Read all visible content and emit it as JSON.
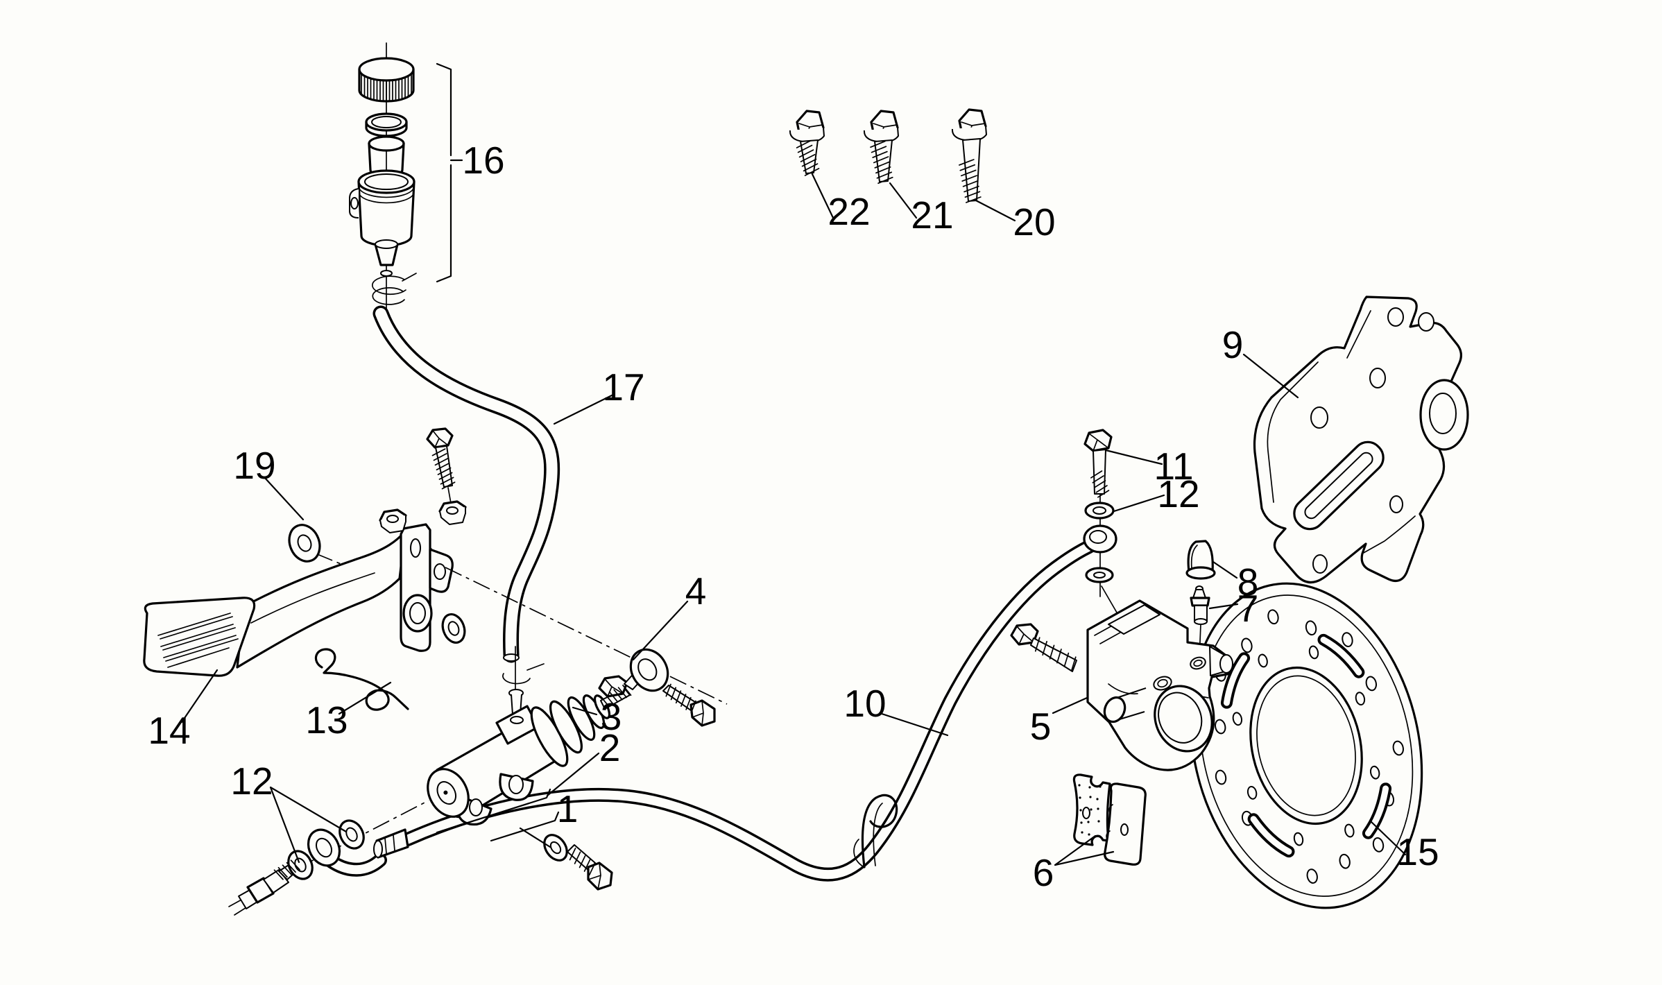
{
  "figure": {
    "kind": "exploded-parts-diagram",
    "subject": "rear brake system: master cylinder, pedal, hoses, caliper and disc",
    "background_color": "#fdfdfa",
    "ink_color": "#000000"
  },
  "callouts": [
    {
      "number": "1",
      "name": "master-cylinder-assembly"
    },
    {
      "number": "2",
      "name": "master-cylinder"
    },
    {
      "number": "3",
      "name": "pushrod"
    },
    {
      "number": "4",
      "name": "rod-end-clevis"
    },
    {
      "number": "5",
      "name": "brake-caliper"
    },
    {
      "number": "6",
      "name": "brake-pads"
    },
    {
      "number": "7",
      "name": "bleed-valve"
    },
    {
      "number": "8",
      "name": "bleed-valve-cap"
    },
    {
      "number": "9",
      "name": "caliper-support-bracket"
    },
    {
      "number": "10",
      "name": "caliper-brake-hose"
    },
    {
      "number": "11",
      "name": "banjo-bolt"
    },
    {
      "number": "12",
      "name": "sealing-washers-caliper"
    },
    {
      "number": "12",
      "name": "sealing-washers-master-cylinder"
    },
    {
      "number": "13",
      "name": "return-spring"
    },
    {
      "number": "14",
      "name": "brake-pedal"
    },
    {
      "number": "15",
      "name": "brake-disc"
    },
    {
      "number": "16",
      "name": "fluid-reservoir"
    },
    {
      "number": "17",
      "name": "reservoir-hose"
    },
    {
      "number": "19",
      "name": "plain-washer"
    },
    {
      "number": "20",
      "name": "flanged-bolt-long"
    },
    {
      "number": "21",
      "name": "flanged-bolt-medium"
    },
    {
      "number": "22",
      "name": "flanged-bolt-short"
    }
  ]
}
